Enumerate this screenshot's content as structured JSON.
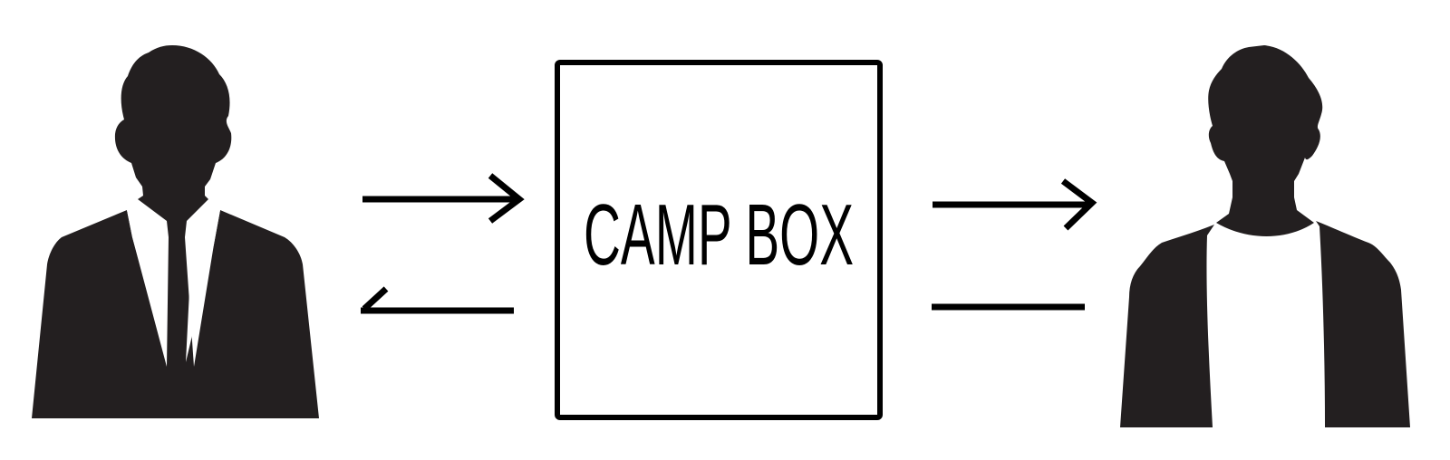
{
  "diagram": {
    "box_label": "CAMP BOX"
  },
  "colors": {
    "ink": "#231f20",
    "line": "#000000",
    "background": "#ffffff"
  },
  "icons": {
    "left_person": "businessman-silhouette-icon",
    "right_person": "casual-person-silhouette-icon"
  },
  "connectors": [
    {
      "from": "businessman",
      "to": "camp-box",
      "style": "arrow"
    },
    {
      "from": "camp-box",
      "to": "businessman",
      "style": "arrow"
    },
    {
      "from": "camp-box",
      "to": "casual-person",
      "style": "arrow"
    },
    {
      "from": "camp-box",
      "to": "casual-person",
      "style": "line"
    }
  ]
}
